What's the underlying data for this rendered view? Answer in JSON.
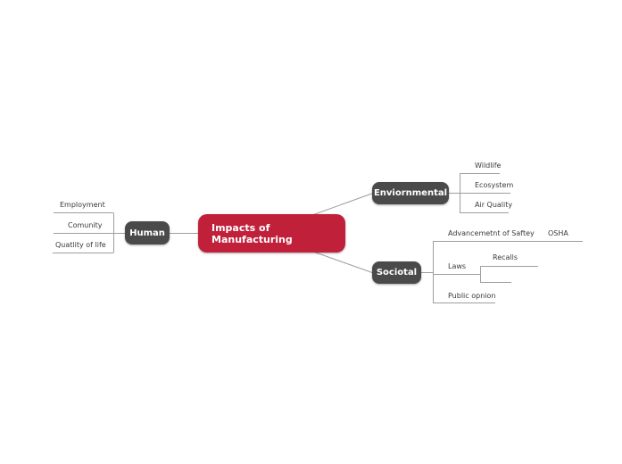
{
  "colors": {
    "root_bg": "#c1203b",
    "node_bg": "#4a4a4a",
    "node_text": "#ffffff",
    "line": "#9e9e9e",
    "label_text": "#3a3a3a",
    "canvas_bg": "#ffffff"
  },
  "root": {
    "line1": "Impacts of",
    "line2": "Manufacturing"
  },
  "branches": {
    "human": {
      "label": "Human",
      "children": {
        "employment": "Employment",
        "comunity": "Comunity",
        "quatlity_of_life": "Quatlity of life"
      }
    },
    "environmental": {
      "label": "Enviornmental",
      "children": {
        "wildlife": "Wildlife",
        "ecosystem": "Ecosystem",
        "air_quality": "Air Quality"
      }
    },
    "societal": {
      "label": "Sociotal",
      "children": {
        "advancement": "Advancemetnt of Saftey",
        "laws": "Laws",
        "public_opnion": "Public opnion"
      },
      "grandchildren": {
        "osha": "OSHA",
        "recalls": "Recalls"
      }
    }
  }
}
